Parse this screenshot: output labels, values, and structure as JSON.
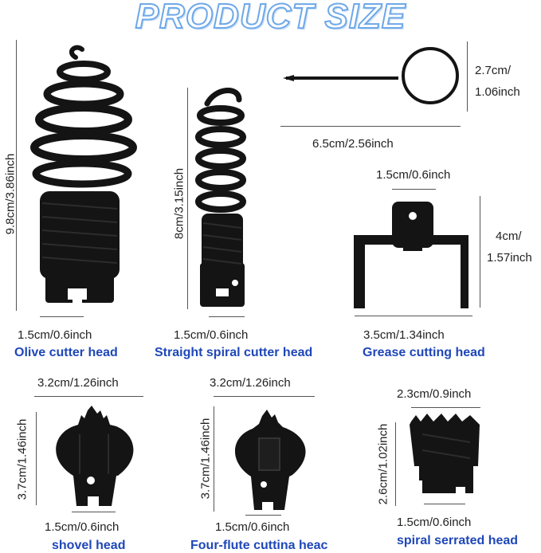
{
  "title": "PRODUCT SIZE",
  "items": [
    {
      "name": "Olive cutter head",
      "height": "9.8cm/3.86inch",
      "width": "1.5cm/0.6inch"
    },
    {
      "name": "Straight spiral cutter head",
      "height": "8cm/3.15inch",
      "width": "1.5cm/0.6inch"
    },
    {
      "name": "Grease cutting head",
      "top_width": "1.5cm/0.6inch",
      "height_line1": "4cm/",
      "height_line2": "1.57inch",
      "width": "3.5cm/1.34inch"
    },
    {
      "name": "shovel head",
      "top_width": "3.2cm/1.26inch",
      "height": "3.7cm/1.46inch",
      "width": "1.5cm/0.6inch"
    },
    {
      "name": "Four-flute cuttina heac",
      "top_width": "3.2cm/1.26inch",
      "height": "3.7cm/1.46inch",
      "width": "1.5cm/0.6inch"
    },
    {
      "name": "spiral serrated head",
      "top_width": "2.3cm/0.9inch",
      "height": "2.6cm/1.02inch",
      "width": "1.5cm/0.6inch"
    }
  ],
  "pin": {
    "height_line1": "2.7cm/",
    "height_line2": "1.06inch",
    "width": "6.5cm/2.56inch"
  },
  "colors": {
    "title_outline": "#6ea8e8",
    "label": "#1f47b8",
    "part": "#141414"
  }
}
